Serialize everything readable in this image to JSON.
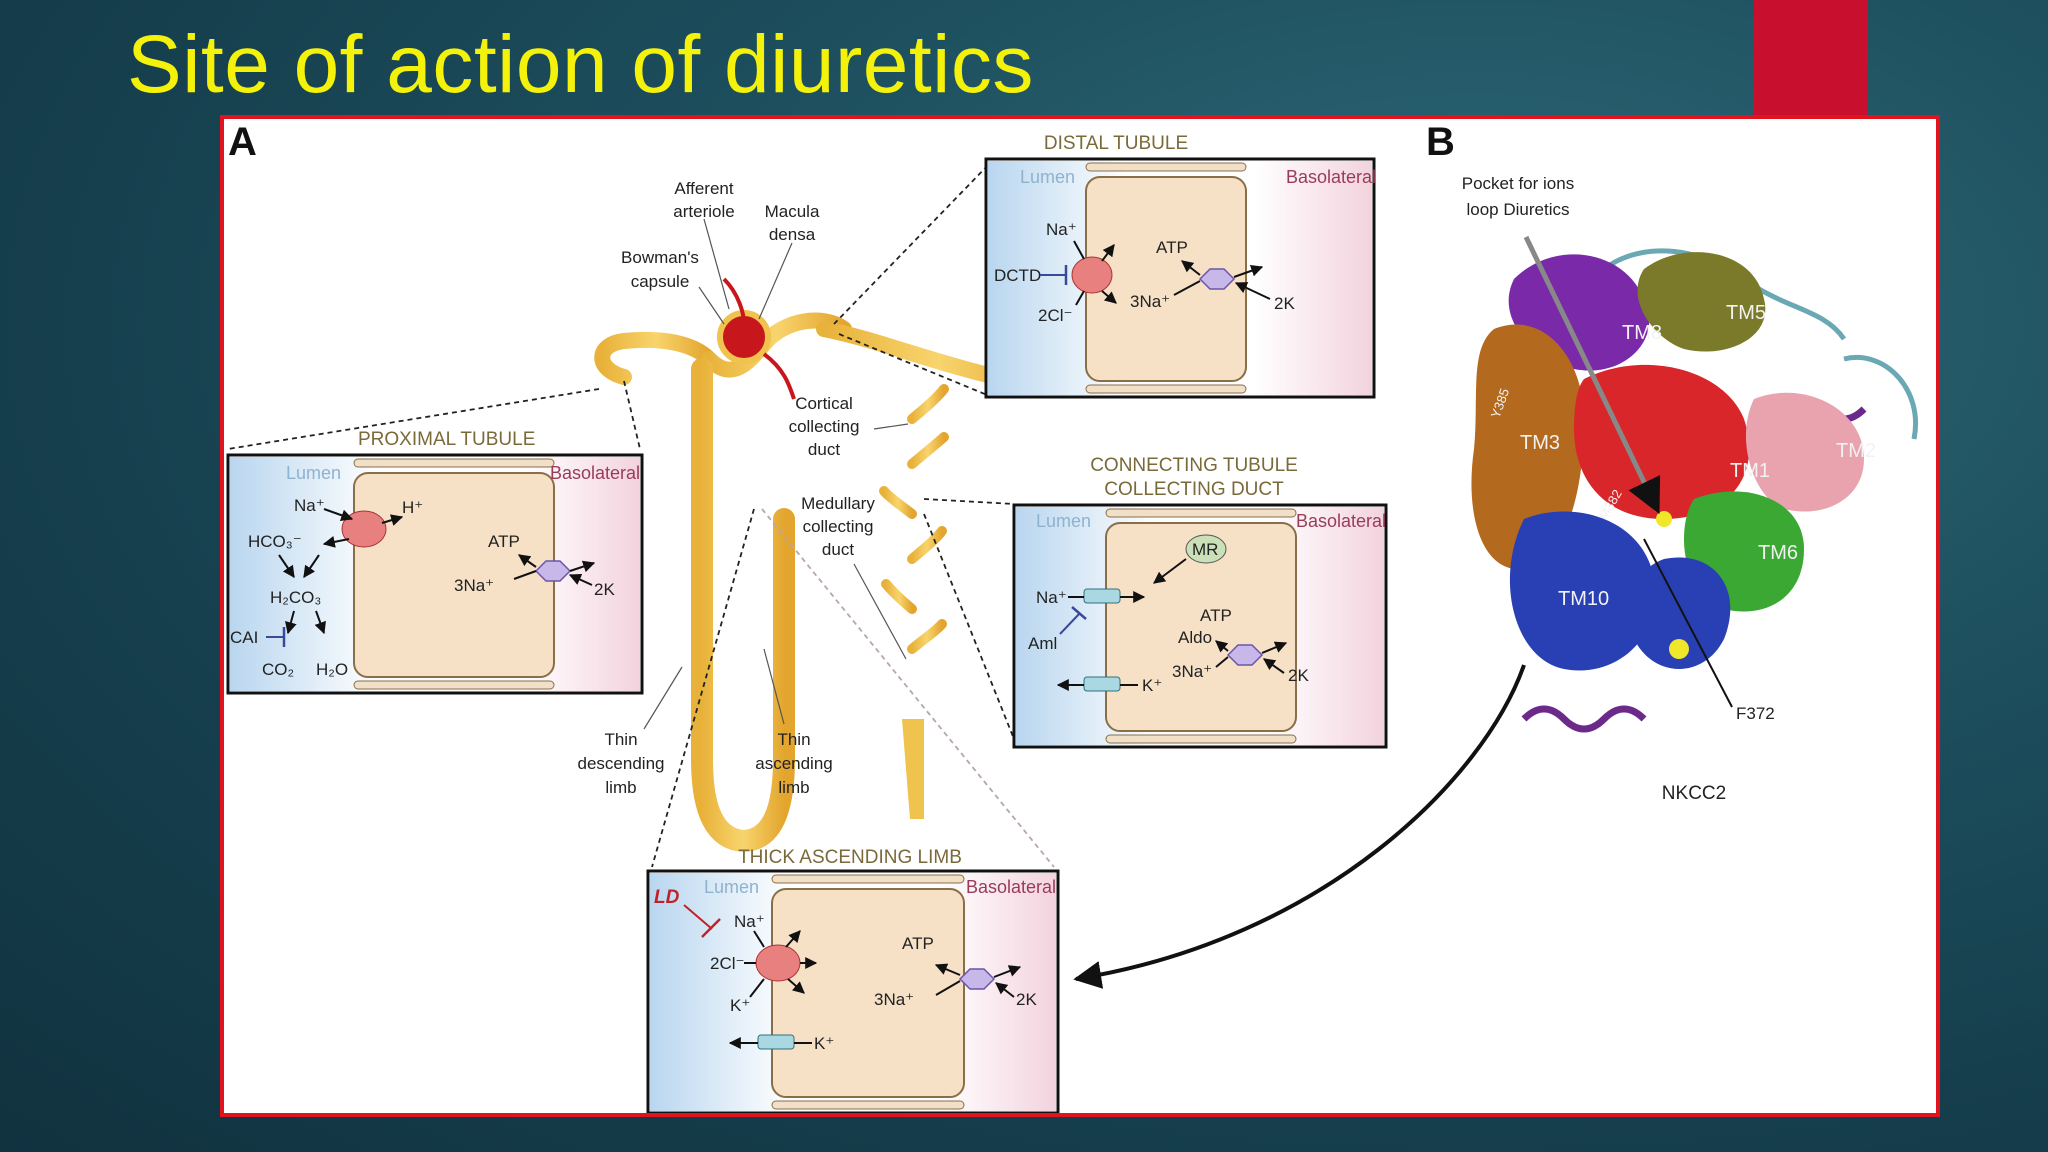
{
  "slide": {
    "title": "Site of action of diuretics"
  },
  "figure": {
    "panel_a_letter": "A",
    "panel_b_letter": "B",
    "nephron_labels": {
      "afferent_arteriole": [
        "Afferent",
        "arteriole"
      ],
      "macula_densa": [
        "Macula",
        "densa"
      ],
      "bowmans_capsule": [
        "Bowman's",
        "capsule"
      ],
      "cortical_collecting_duct": [
        "Cortical",
        "collecting",
        "duct"
      ],
      "medullary_collecting_duct": [
        "Medullary",
        "collecting",
        "duct"
      ],
      "thin_descending_limb": [
        "Thin",
        "descending",
        "limb"
      ],
      "thin_ascending_limb": [
        "Thin",
        "ascending",
        "limb"
      ]
    },
    "common": {
      "lumen": "Lumen",
      "basolateral": "Basolateral",
      "atp": "ATP",
      "three_na": "3Na⁺",
      "two_k": "2K"
    },
    "proximal_tubule": {
      "header": "PROXIMAL TUBULE",
      "na": "Na⁺",
      "h": "H⁺",
      "hco3": "HCO₃⁻",
      "h2co3": "H₂CO₃",
      "cai": "CAI",
      "co2": "CO₂",
      "h2o": "H₂O"
    },
    "distal_tubule": {
      "header": "DISTAL TUBULE",
      "na": "Na⁺",
      "cl": "2Cl⁻",
      "dctd": "DCTD"
    },
    "connecting_tubule": {
      "header_line1": "CONNECTING TUBULE",
      "header_line2": "COLLECTING DUCT",
      "mr": "MR",
      "na": "Na⁺",
      "aml": "Aml",
      "k": "K⁺",
      "aldo": "Aldo"
    },
    "thick_ascending_limb": {
      "header": "THICK ASCENDING LIMB",
      "ld": "LD",
      "na": "Na⁺",
      "cl": "2Cl⁻",
      "k": "K⁺",
      "k2": "K⁺"
    },
    "nkcc2": {
      "pocket_label": [
        "Pocket for ions",
        "loop Diuretics"
      ],
      "protein_name": "NKCC2",
      "residue": "F372",
      "helices": [
        "TM8",
        "TM5",
        "TM3",
        "TM2",
        "TM1",
        "TM6",
        "TM10"
      ],
      "side_labels": [
        "Y385",
        "M382"
      ]
    }
  }
}
